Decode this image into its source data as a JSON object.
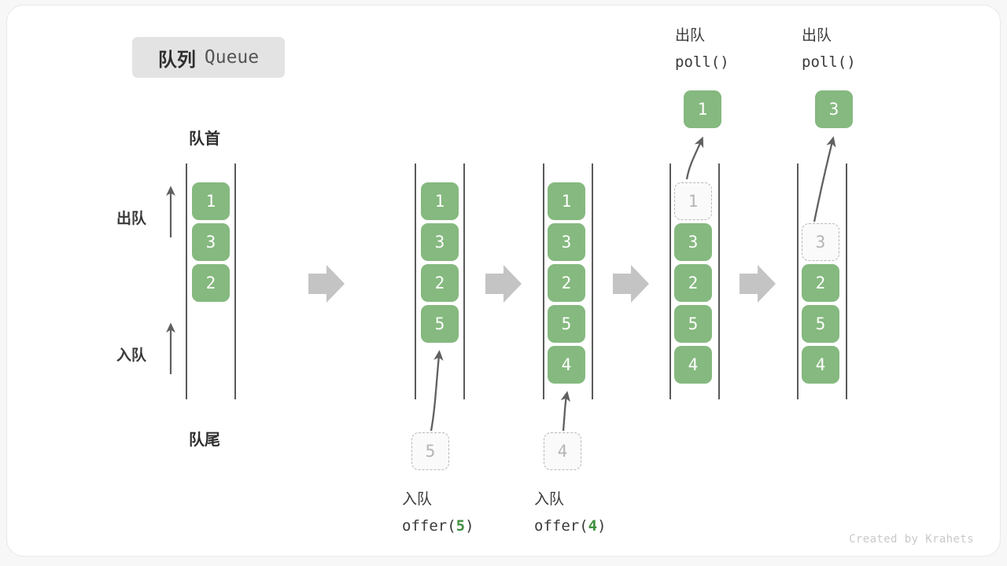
{
  "title": {
    "cn": "队列",
    "en": "Queue"
  },
  "labels": {
    "front": "队首",
    "rear": "队尾",
    "dequeue": "出队",
    "enqueue": "入队"
  },
  "credit": "Created by Krahets",
  "colors": {
    "cell_fill": "#85b97f",
    "cell_text": "#ffffff",
    "ghost_fill": "#fafafa",
    "ghost_border": "#b8b8b8",
    "ghost_text": "#b5b5b5",
    "rail": "#5a5a5a",
    "step_arrow": "#c4c4c4",
    "curve_arrow": "#606060",
    "badge_bg": "#e3e3e3",
    "arg_green": "#3f8f3f",
    "card_bg": "#ffffff",
    "page_bg": "#f7f7f7"
  },
  "columns": [
    {
      "name": "initial",
      "cells": [
        {
          "value": "1",
          "state": "filled"
        },
        {
          "value": "3",
          "state": "filled"
        },
        {
          "value": "2",
          "state": "filled"
        }
      ],
      "caption": null,
      "pending": null,
      "popped": null,
      "header": "队首",
      "footer": "队尾"
    },
    {
      "name": "offer-5",
      "cells": [
        {
          "value": "1",
          "state": "filled"
        },
        {
          "value": "3",
          "state": "filled"
        },
        {
          "value": "2",
          "state": "filled"
        },
        {
          "value": "5",
          "state": "filled"
        }
      ],
      "caption": {
        "cn": "入队",
        "code_prefix": "offer(",
        "arg": "5",
        "code_suffix": ")"
      },
      "pending": {
        "value": "5",
        "state": "ghost"
      },
      "popped": null
    },
    {
      "name": "offer-4",
      "cells": [
        {
          "value": "1",
          "state": "filled"
        },
        {
          "value": "3",
          "state": "filled"
        },
        {
          "value": "2",
          "state": "filled"
        },
        {
          "value": "5",
          "state": "filled"
        },
        {
          "value": "4",
          "state": "filled"
        }
      ],
      "caption": {
        "cn": "入队",
        "code_prefix": "offer(",
        "arg": "4",
        "code_suffix": ")"
      },
      "pending": {
        "value": "4",
        "state": "ghost"
      },
      "popped": null
    },
    {
      "name": "poll-1",
      "cells": [
        {
          "value": "1",
          "state": "ghost"
        },
        {
          "value": "3",
          "state": "filled"
        },
        {
          "value": "2",
          "state": "filled"
        },
        {
          "value": "5",
          "state": "filled"
        },
        {
          "value": "4",
          "state": "filled"
        }
      ],
      "caption": null,
      "pending": null,
      "popped": {
        "value": "1",
        "cn": "出队",
        "code": "poll()"
      }
    },
    {
      "name": "poll-3",
      "cells": [
        {
          "value": "",
          "state": "empty"
        },
        {
          "value": "3",
          "state": "ghost"
        },
        {
          "value": "2",
          "state": "filled"
        },
        {
          "value": "5",
          "state": "filled"
        },
        {
          "value": "4",
          "state": "filled"
        }
      ],
      "caption": null,
      "pending": null,
      "popped": {
        "value": "3",
        "cn": "出队",
        "code": "poll()"
      }
    }
  ],
  "step_arrows": [
    "→",
    "→",
    "→",
    "→"
  ]
}
